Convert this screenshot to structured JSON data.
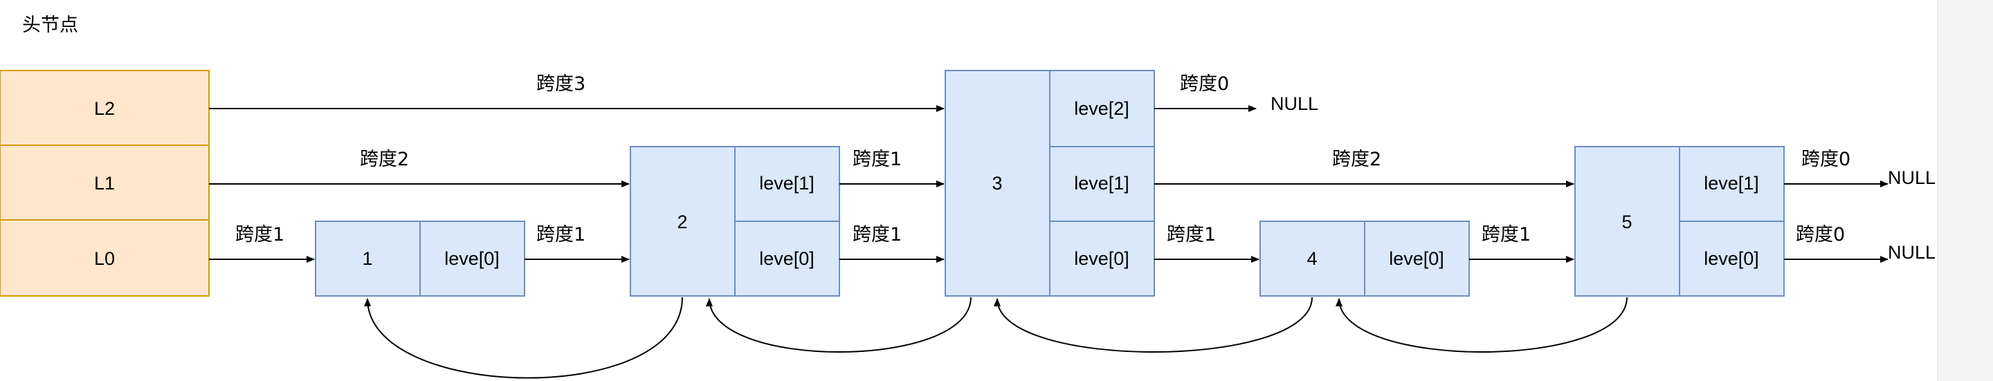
{
  "diagram": {
    "title": "头节点",
    "head": [
      "L2",
      "L1",
      "L0"
    ],
    "nodes": [
      {
        "key": "1",
        "levels": [
          "leve[0]"
        ]
      },
      {
        "key": "2",
        "levels": [
          "leve[1]",
          "leve[0]"
        ]
      },
      {
        "key": "3",
        "levels": [
          "leve[2]",
          "leve[1]",
          "leve[0]"
        ]
      },
      {
        "key": "4",
        "levels": [
          "leve[0]"
        ]
      },
      {
        "key": "5",
        "levels": [
          "leve[1]",
          "leve[0]"
        ]
      }
    ],
    "spans": {
      "head_l2": "跨度3",
      "head_l1": "跨度2",
      "head_l0": "跨度1",
      "n1_l0": "跨度1",
      "n2_l1": "跨度1",
      "n2_l0": "跨度1",
      "n3_l2": "跨度0",
      "n3_l1": "跨度2",
      "n3_l0": "跨度1",
      "n4_l0": "跨度1",
      "n5_l1": "跨度0",
      "n5_l0": "跨度0"
    },
    "null_label": "NULL"
  }
}
